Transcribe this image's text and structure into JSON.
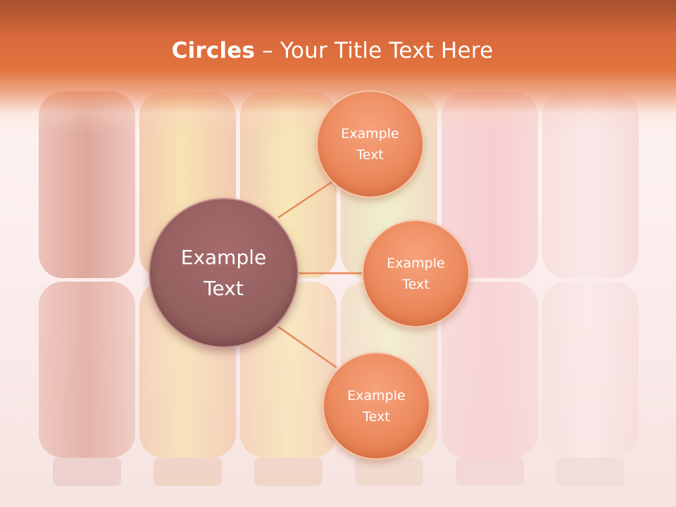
{
  "slide": {
    "title_bold": "Circles",
    "title_rest": " – Your Title Text Here"
  },
  "diagram": {
    "center": {
      "label_line1": "Example",
      "label_line2": "Text"
    },
    "nodes": [
      {
        "label_line1": "Example",
        "label_line2": "Text"
      },
      {
        "label_line1": "Example",
        "label_line2": "Text"
      },
      {
        "label_line1": "Example",
        "label_line2": "Text"
      }
    ]
  },
  "colors": {
    "header": "#e2743f",
    "center_circle": "#946060",
    "satellite_circle": "#ec8a5e",
    "connector": "#e8875a"
  }
}
